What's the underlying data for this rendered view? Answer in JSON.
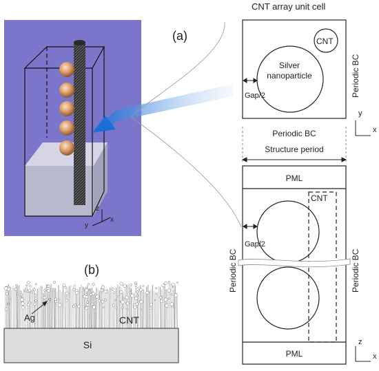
{
  "panel_a": {
    "label": "(a)",
    "unit_cell_title": "CNT array unit cell",
    "cnt_label": "CNT",
    "nanoparticle_label_line1": "Silver",
    "nanoparticle_label_line2": "nanoparticle",
    "gap_label": "Gap/2",
    "periodic_bc": "Periodic BC",
    "structure_period": "Structure period",
    "pml_label": "PML",
    "axis_y": "y",
    "axis_x": "x",
    "axis_z": "z"
  },
  "render_3d": {
    "axis_z": "z",
    "axis_y": "y",
    "axis_x": "x"
  },
  "panel_b": {
    "label": "(b)",
    "ag_label": "Ag",
    "cnt_label": "CNT",
    "si_label": "Si"
  }
}
